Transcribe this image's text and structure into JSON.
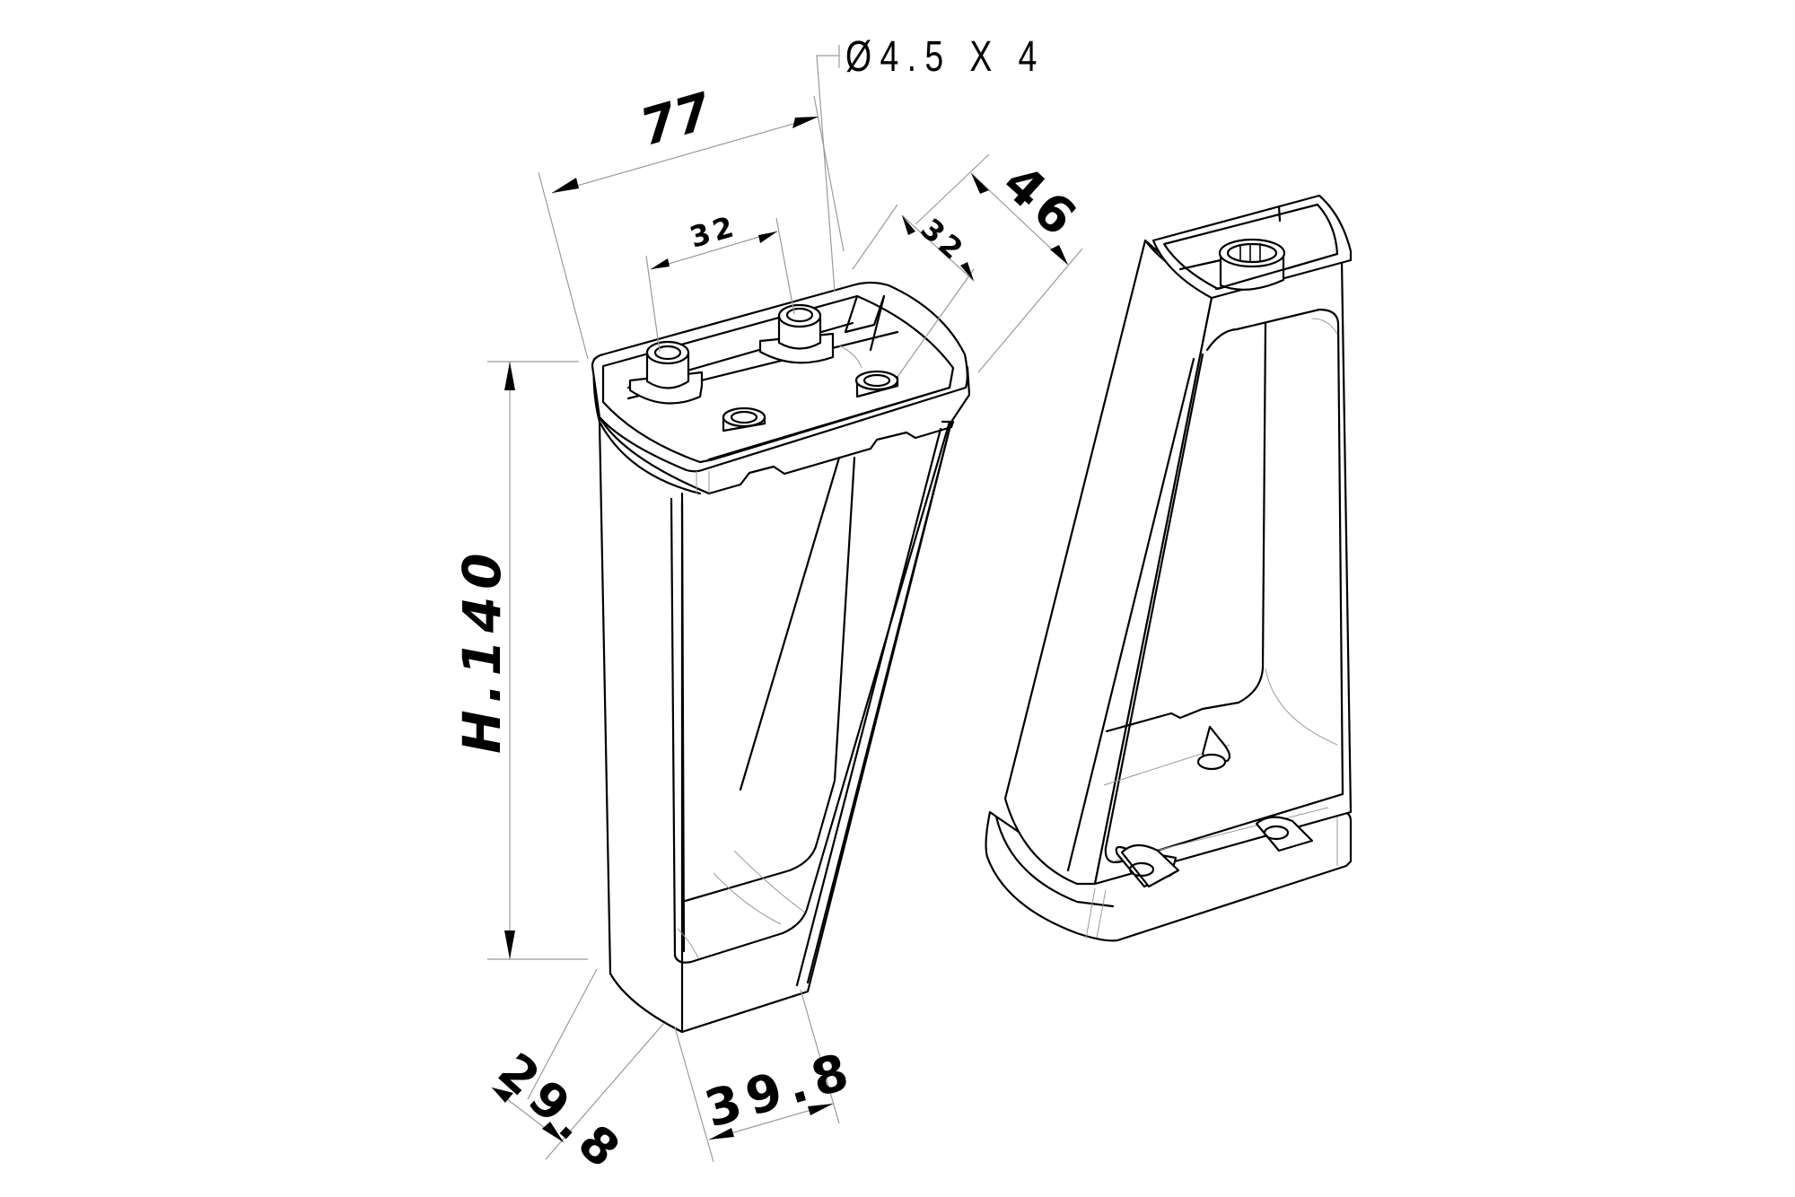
{
  "drawing": {
    "title": "Furniture leg technical drawing",
    "views": [
      "front-leg-top-view",
      "rear-leg-bottom-view"
    ],
    "stroke_color": "#000000",
    "dimension_line_color": "#9a9a9a",
    "background": "#ffffff"
  },
  "dimensions": {
    "hole_callout": "Ø4.5 X 4",
    "width_top": "77",
    "hole_spacing_front": "32",
    "hole_spacing_side": "32",
    "depth_top": "46",
    "height": "H.140",
    "depth_bottom": "29.8",
    "width_bottom": "39.8"
  }
}
